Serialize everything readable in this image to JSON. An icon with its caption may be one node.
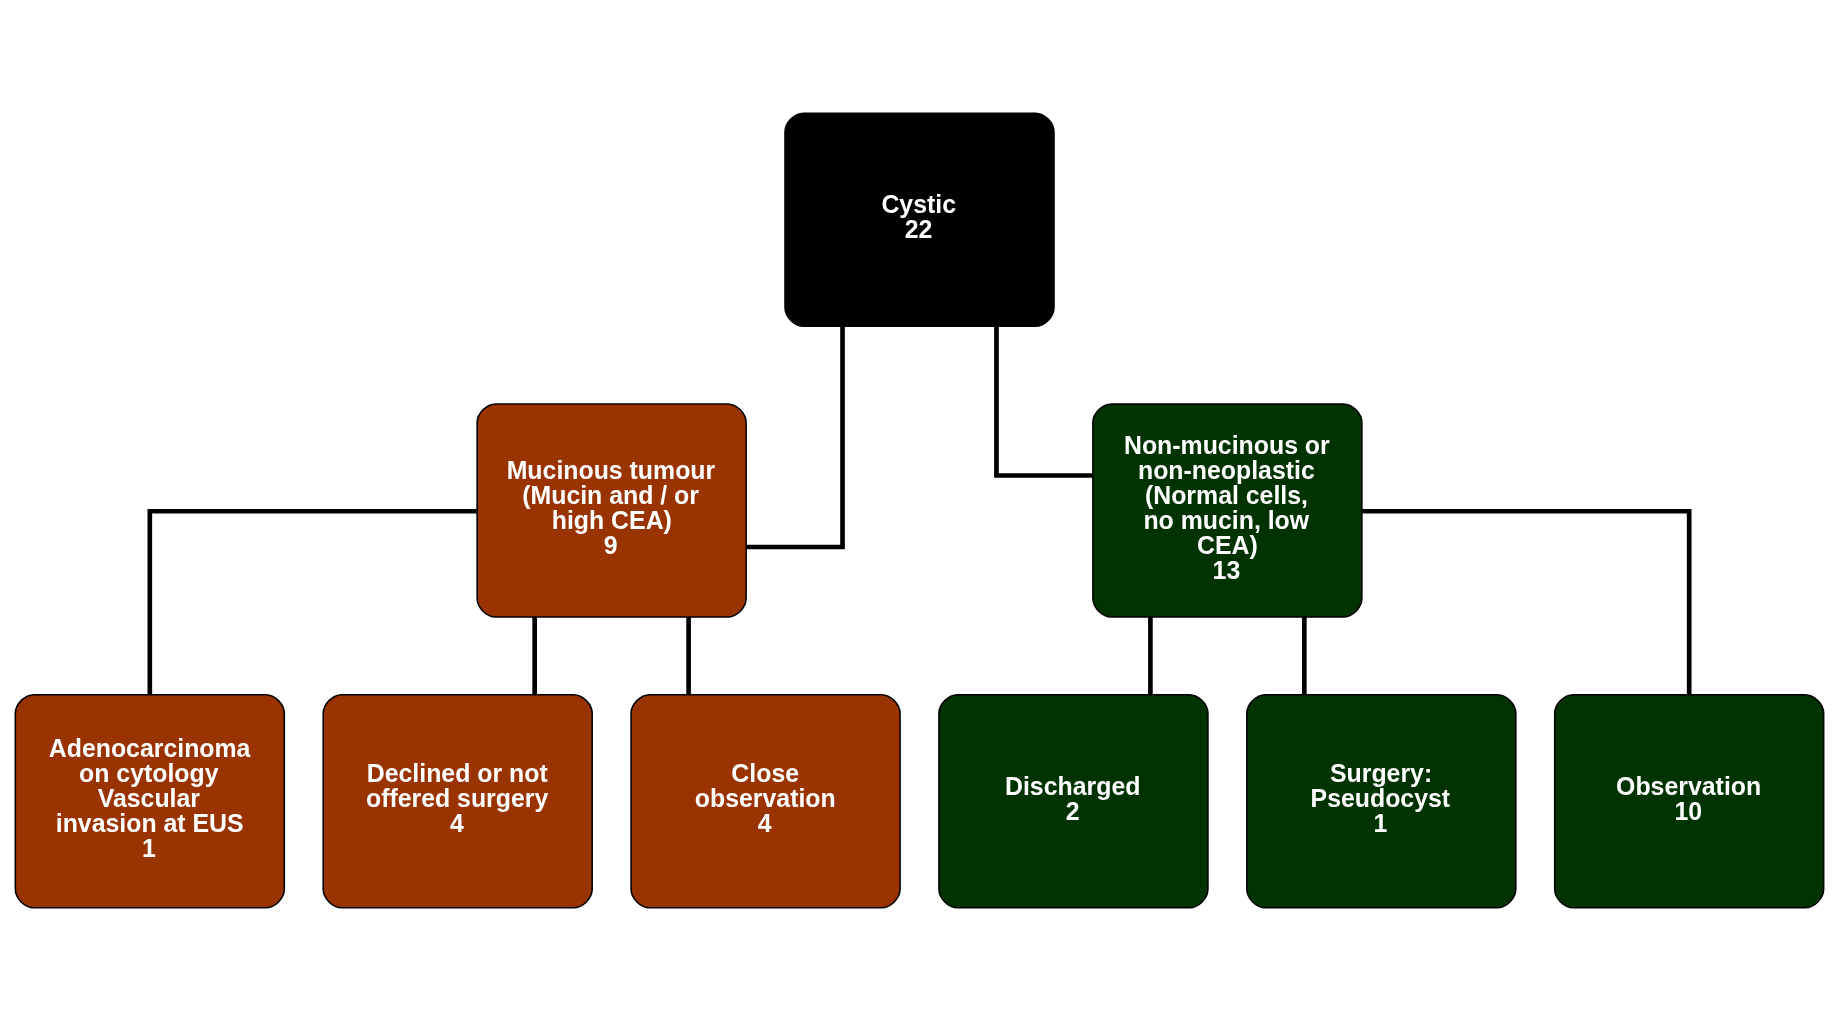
{
  "diagram": {
    "nodes": [
      {
        "text": [
          "Cystic",
          "22"
        ]
      },
      {
        "text": [
          "Mucinous tumour (Mucin and / or high CEA)",
          "9"
        ]
      },
      {
        "text": [
          "Non-mucinous or non-neoplastic (Normal cells, no mucin, low CEA)",
          "13"
        ]
      },
      {
        "text": [
          "Adenocarcinoma on cytology",
          "Vascular invasion at EUS",
          "1"
        ]
      },
      {
        "text": [
          "Declined or not offered surgery",
          "4"
        ]
      },
      {
        "text": [
          "Close observation",
          "4"
        ]
      },
      {
        "text": [
          "Discharged",
          "2"
        ]
      },
      {
        "text": [
          "Surgery: Pseudocyst",
          "1"
        ]
      },
      {
        "text": [
          "Observation",
          "10"
        ]
      }
    ],
    "edges": [
      {
        "from": 0,
        "to": 1,
        "arrow": "none"
      },
      {
        "from": 0,
        "to": 2,
        "arrow": "none"
      },
      {
        "from": 1,
        "to": 3,
        "arrow": "none"
      },
      {
        "from": 1,
        "to": 4,
        "arrow": "none"
      },
      {
        "from": 1,
        "to": 5,
        "arrow": "none"
      },
      {
        "from": 2,
        "to": 6,
        "arrow": "none"
      },
      {
        "from": 2,
        "to": 7,
        "arrow": "none"
      },
      {
        "from": 2,
        "to": 8,
        "arrow": "none"
      }
    ]
  }
}
